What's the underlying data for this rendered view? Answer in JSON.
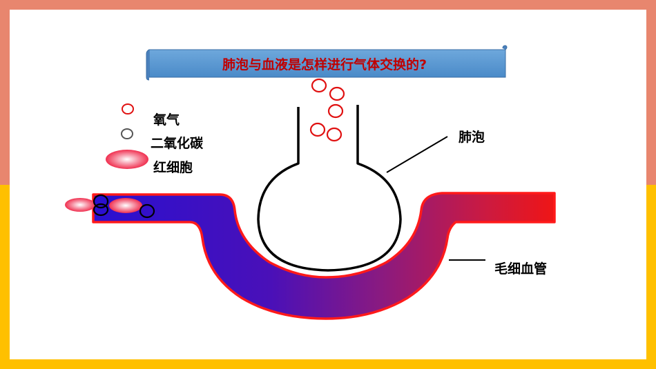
{
  "title": "肺泡与血液是怎样进行气体交换的?",
  "legend": {
    "oxygen": "氧气",
    "carbon_dioxide": "二氧化碳",
    "red_blood_cell": "红细胞"
  },
  "labels": {
    "alveolus": "肺泡",
    "capillary": "毛细血管"
  },
  "colors": {
    "title_banner": "#5B9BD5",
    "title_text": "#C00000",
    "oxygen": "#E01010",
    "carbon_dioxide": "#333333",
    "blood_blue": "#3311CC",
    "blood_red": "#EE1111",
    "frame_top": "#E8866E",
    "frame_bottom": "#FFC000"
  }
}
